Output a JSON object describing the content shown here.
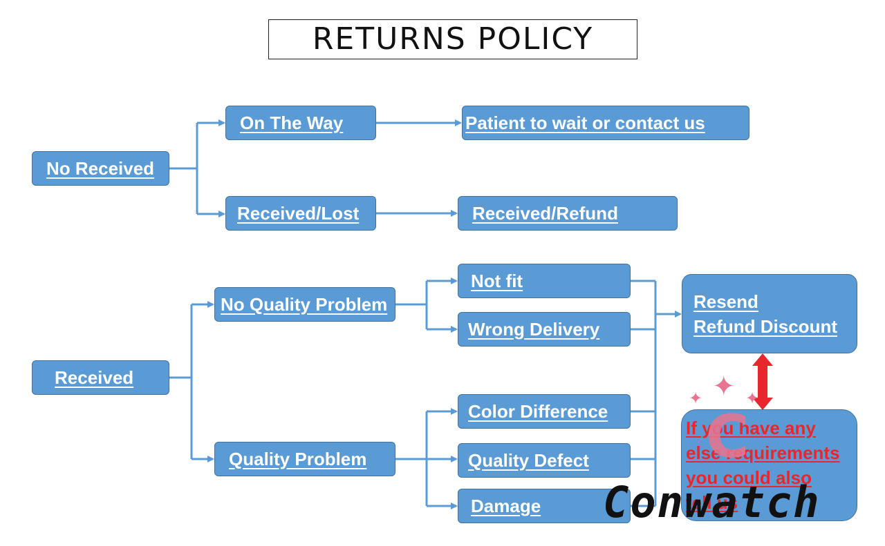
{
  "title": "RETURNS POLICY",
  "nodes": {
    "no_received": "No Received",
    "on_the_way": "On The Way",
    "patient_wait": "Patient to wait or contact us",
    "received_lost": "Received/Lost",
    "received_refund": "Received/Refund",
    "received": "Received",
    "no_quality_problem": "No Quality Problem",
    "not_fit": "Not fit",
    "wrong_delivery": "Wrong Delivery",
    "quality_problem": "Quality Problem",
    "color_difference": "Color Difference",
    "quality_defect": "Quality Defect",
    "damage": "Damage",
    "resend": "Resend",
    "refund_discount": "Refund Discount"
  },
  "note_lines": [
    "If you have any",
    "else requirements",
    "you could also",
    "tell us"
  ],
  "watermark": {
    "letter": "C",
    "brand": "Conwatch"
  },
  "colors": {
    "box_fill": "#5b9bd5",
    "box_border": "#41719c",
    "connector": "#5b9bd5",
    "note_text": "#e8262d",
    "double_arrow": "#e8262d",
    "watermark_pink": "#e8748f"
  },
  "icons": [
    "sparkle-icon",
    "double-arrow-icon"
  ]
}
